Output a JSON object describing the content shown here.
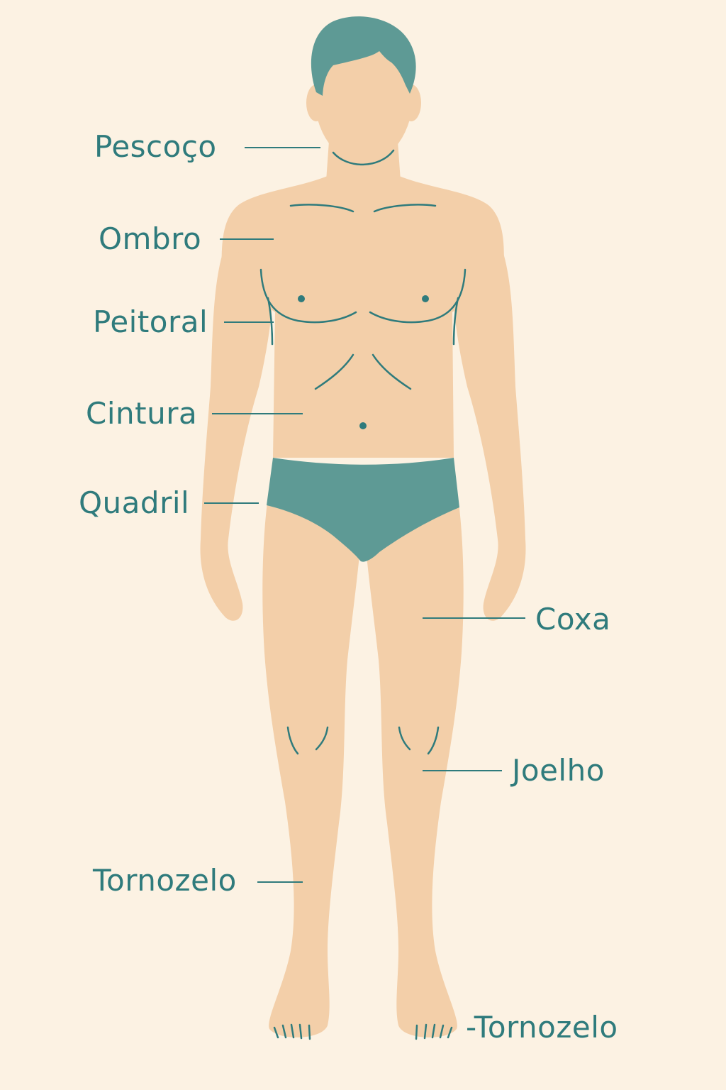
{
  "colors": {
    "background": "#fcf2e3",
    "skin": "#f3cfa9",
    "accent": "#5e9a95",
    "line": "#2f7b7c"
  },
  "labels": {
    "neck": "Pescoço",
    "shoulder": "Ombro",
    "chest": "Peitoral",
    "waist": "Cintura",
    "hip": "Quadril",
    "thigh": "Coxa",
    "knee": "Joelho",
    "ankle_left": "Tornozelo",
    "ankle_right": "-Tornozelo"
  }
}
